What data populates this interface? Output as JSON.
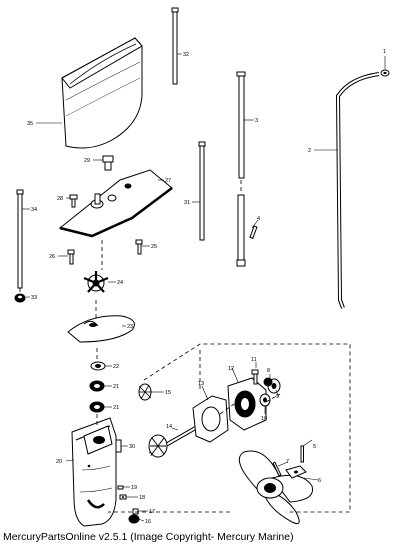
{
  "footer": {
    "text": "MercuryPartsOnline v2.5.1 (Image Copyright- Mercury Marine)"
  },
  "callouts": [
    {
      "id": "1",
      "label": "1"
    },
    {
      "id": "2",
      "label": "2"
    },
    {
      "id": "3",
      "label": "3"
    },
    {
      "id": "4",
      "label": "4"
    },
    {
      "id": "5",
      "label": "5"
    },
    {
      "id": "6",
      "label": "6"
    },
    {
      "id": "7",
      "label": "7"
    },
    {
      "id": "8",
      "label": "8"
    },
    {
      "id": "9",
      "label": "9"
    },
    {
      "id": "10",
      "label": "10"
    },
    {
      "id": "11",
      "label": "11"
    },
    {
      "id": "12",
      "label": "12"
    },
    {
      "id": "13",
      "label": "13"
    },
    {
      "id": "14",
      "label": "14"
    },
    {
      "id": "15",
      "label": "15"
    },
    {
      "id": "16",
      "label": "16"
    },
    {
      "id": "17",
      "label": "17"
    },
    {
      "id": "18",
      "label": "18"
    },
    {
      "id": "19",
      "label": "19"
    },
    {
      "id": "20",
      "label": "20"
    },
    {
      "id": "21a",
      "label": "21"
    },
    {
      "id": "21b",
      "label": "21"
    },
    {
      "id": "22",
      "label": "22"
    },
    {
      "id": "23",
      "label": "23"
    },
    {
      "id": "24",
      "label": "24"
    },
    {
      "id": "25",
      "label": "25"
    },
    {
      "id": "26",
      "label": "26"
    },
    {
      "id": "27",
      "label": "27"
    },
    {
      "id": "28",
      "label": "28"
    },
    {
      "id": "29",
      "label": "29"
    },
    {
      "id": "30",
      "label": "30"
    },
    {
      "id": "31",
      "label": "31"
    },
    {
      "id": "32",
      "label": "32"
    },
    {
      "id": "33",
      "label": "33"
    },
    {
      "id": "34",
      "label": "34"
    },
    {
      "id": "35",
      "label": "35"
    }
  ]
}
